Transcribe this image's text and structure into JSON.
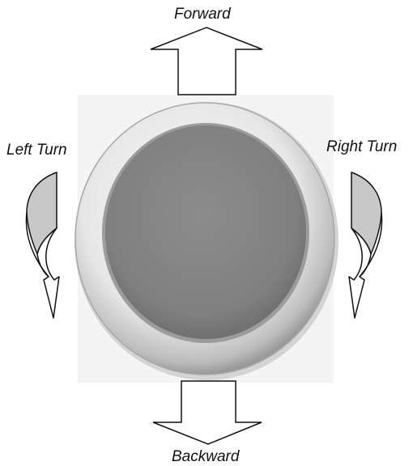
{
  "labels": {
    "forward": "Forward",
    "backward": "Backward",
    "left_turn": "Left Turn",
    "right_turn": "Right Turn"
  },
  "icons": {
    "forward": "arrow-up-icon",
    "backward": "arrow-down-icon",
    "left_turn": "curved-arrow-left-turn-icon",
    "right_turn": "curved-arrow-right-turn-icon",
    "control": "round-pad-button"
  },
  "colors": {
    "arrow_stroke": "#111111",
    "arrow_fill": "#ffffff",
    "turn_shade": "#c8c8c8",
    "pad_surface": "#8a8a8a",
    "pad_rim": "#e8e8e8",
    "backdrop": "#f4f4f4"
  }
}
